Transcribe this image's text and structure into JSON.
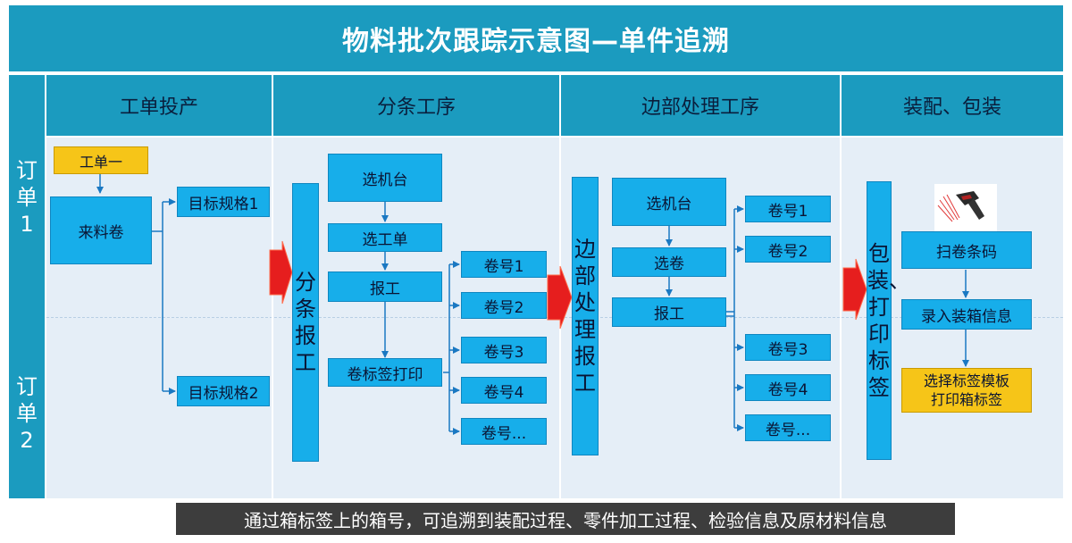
{
  "title": "物料批次跟踪示意图—单件追溯",
  "rows": [
    "订单1",
    "订单2"
  ],
  "columns": [
    "工单投产",
    "分条工序",
    "边部处理工序",
    "装配、包装"
  ],
  "col1": {
    "work_order": "工单一",
    "incoming_roll": "来料卷",
    "spec1": "目标规格1",
    "spec2": "目标规格2"
  },
  "arrow_bar_slit": "分条报工",
  "col2": {
    "select_machine": "选机台",
    "select_order": "选工单",
    "report": "报工",
    "label_print": "卷标签打印",
    "rolls": [
      "卷号1",
      "卷号2",
      "卷号3",
      "卷号4",
      "卷号..."
    ]
  },
  "arrow_bar_edge": "边部处理报工",
  "col3": {
    "select_machine": "选机台",
    "select_roll": "选卷",
    "report": "报工",
    "rolls": [
      "卷号1",
      "卷号2",
      "卷号3",
      "卷号4",
      "卷号..."
    ]
  },
  "arrow_bar_pack": "包装、打印标签",
  "col4": {
    "scan": "扫卷条码",
    "enter_box": "录入装箱信息",
    "choose_template": "选择标签模板",
    "print_box_label": "打印箱标签"
  },
  "caption": "通过箱标签上的箱号，可追溯到装配过程、零件加工过程、检验信息及原材料信息",
  "colors": {
    "header": "#1b9bbf",
    "box": "#17aeea",
    "highlight": "#f6c518",
    "arrow": "#e61e1e",
    "body": "#e5eef7"
  }
}
